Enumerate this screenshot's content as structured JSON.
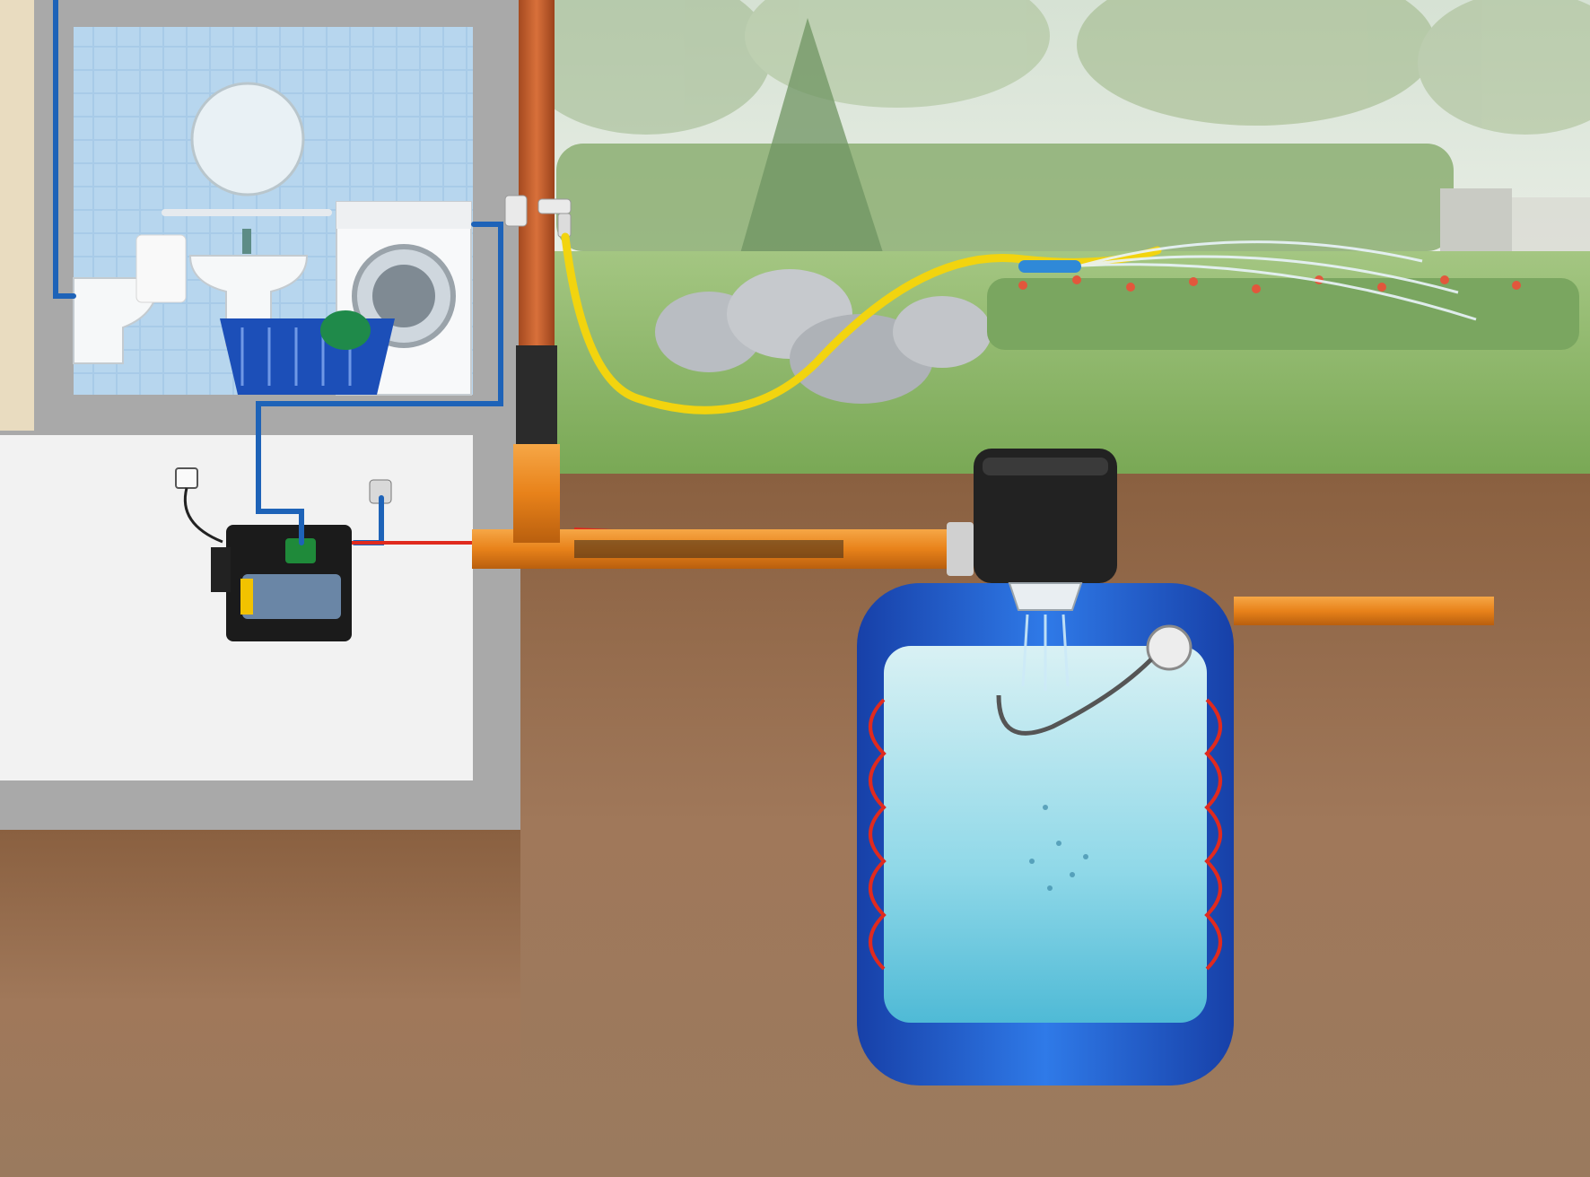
{
  "diagram": {
    "components": [
      {
        "id": "house-bathroom",
        "icon": "bathroom-icon"
      },
      {
        "id": "washing-machine",
        "icon": "washing-machine-icon"
      },
      {
        "id": "laundry-basket",
        "icon": "basket-icon"
      },
      {
        "id": "booster-pump",
        "icon": "pump-icon"
      },
      {
        "id": "power-socket",
        "icon": "socket-icon"
      },
      {
        "id": "downpipe",
        "icon": "pipe-icon"
      },
      {
        "id": "garden-tap",
        "icon": "tap-icon"
      },
      {
        "id": "garden-hose",
        "icon": "hose-icon"
      },
      {
        "id": "spray-nozzle",
        "icon": "spray-icon"
      },
      {
        "id": "filter-dome",
        "icon": "filter-icon"
      },
      {
        "id": "rainwater-tank",
        "icon": "tank-icon"
      },
      {
        "id": "float-valve",
        "icon": "float-icon"
      },
      {
        "id": "overflow-pipe",
        "icon": "pipe-icon"
      }
    ]
  },
  "colors": {
    "sky": "#dfe6df",
    "lawn": "#8fb86e",
    "soil": "#9b7550",
    "house_wall": "#f3f3f3",
    "wall_frame": "#a9a9a9",
    "tile": "#a9cbe6",
    "pipe_orange": "#ee8a1f",
    "downpipe_rust": "#c85a2a",
    "supply_blue": "#1e63b8",
    "signal_red": "#e02a1e",
    "hose_yellow": "#f2d40f",
    "tank_blue": "#1f5fd0",
    "water": "#7fd3e6"
  }
}
